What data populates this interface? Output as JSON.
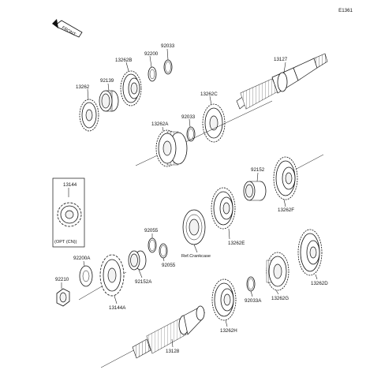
{
  "diagram": {
    "code": "E1361",
    "front_label": "FRONT",
    "ref_label": "Ref.Crankcase",
    "option_label": "(OPT (CN))",
    "parts": [
      {
        "id": "13262"
      },
      {
        "id": "92139"
      },
      {
        "id": "13262B"
      },
      {
        "id": "92200"
      },
      {
        "id": "92033"
      },
      {
        "id": "13127"
      },
      {
        "id": "13262C"
      },
      {
        "id": "92033"
      },
      {
        "id": "13262A"
      },
      {
        "id": "92152"
      },
      {
        "id": "13262F"
      },
      {
        "id": "13144"
      },
      {
        "id": "13262E"
      },
      {
        "id": "92055"
      },
      {
        "id": "92055"
      },
      {
        "id": "92200A"
      },
      {
        "id": "92210"
      },
      {
        "id": "92152A"
      },
      {
        "id": "13144A"
      },
      {
        "id": "13262D"
      },
      {
        "id": "13262G"
      },
      {
        "id": "92033A"
      },
      {
        "id": "13262H"
      },
      {
        "id": "13128"
      }
    ]
  }
}
